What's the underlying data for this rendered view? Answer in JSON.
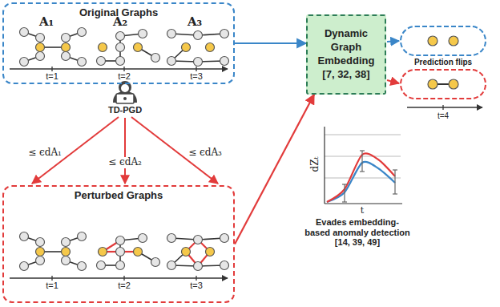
{
  "diagram": {
    "nodes": [
      {
        "text": [
          "Original Graphs"
        ]
      },
      {
        "text": [
          "Perturbed Graphs"
        ]
      },
      {
        "text": [
          "Dynamic Graph Embedding [7, 32, 38]"
        ]
      }
    ],
    "edges": [
      {
        "from": 0,
        "to": 2,
        "arrow": "to"
      },
      {
        "from": 1,
        "to": 2,
        "arrow": "to"
      }
    ],
    "labels": [
      "A₁",
      "A₂",
      "A₃",
      "t=1",
      "t=2",
      "t=3",
      "TD-PGD",
      "≤ ϵdA₁",
      "≤ ϵdA₂",
      "≤ ϵdA₃",
      "t=1",
      "t=2",
      "t=3",
      "Prediction flips",
      "t=4",
      "dZₜ",
      "t",
      "Evades embedding-based anomaly detection [14, 39, 49]"
    ]
  }
}
